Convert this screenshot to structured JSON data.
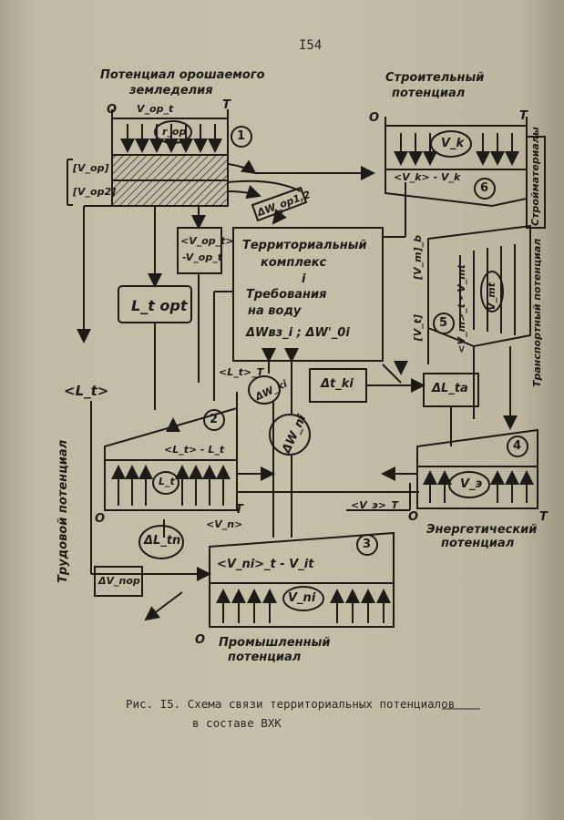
{
  "page_number": "I54",
  "headings": {
    "agri_line1": "Потенциал орошаемого",
    "agri_line2": "земледелия",
    "construction_line1": "Строительный",
    "construction_line2": "потенциал",
    "labor": "Трудовой потенциал",
    "energy_line1": "Энергетический",
    "energy_line2": "потенциал",
    "industry_line1": "Промышленный",
    "industry_line2": "потенциал",
    "transport": "Транспортный потенциал",
    "materials": "Стройматериалы"
  },
  "center_box": {
    "line1": "Территориальный",
    "line2": "комплекс",
    "line3": "і",
    "line4": "Требования",
    "line5": "на воду",
    "line6": "ΔWвз_i ; ΔW'_0i"
  },
  "circle_numbers": [
    "1",
    "6",
    "5",
    "2",
    "4",
    "3"
  ],
  "labels": {
    "O": "O",
    "T": "T",
    "v_op_t": "V_op_t",
    "r_op": "r_op",
    "v_op": "[V_op]",
    "v_op2": "[V_op2]",
    "dw_op": "ΔW_op1,2",
    "vop_diff_top": "<V_op_t>",
    "vop_diff_bot": "-V_op_t",
    "lt_opt": "L_t opt",
    "lt_avg": "<L_t>",
    "lt_avg_T": "<L_t>_T",
    "dw_ki": "ΔW_ki",
    "dw_ni": "ΔW_ni",
    "dt_ki": "Δt_ki",
    "dl_ta": "ΔL_ta",
    "vk": "V_k",
    "vk_diff": "<V_k> - V_k",
    "vm_bracket": "[V_m]_b",
    "vt_bracket": "[V_t]",
    "vm_diff": "<V_m>_t - V_mt",
    "vm_circle": "V_mt",
    "lt_diff": "<L_t> - L_t",
    "lt_circle": "L_t",
    "vn_avg": "<V_n>",
    "dl_tn": "ΔL_tn",
    "vn_diff": "<V_ni>_t - V_it",
    "vn_circle": "V_ni",
    "ve_avg": "<V_э>_T",
    "ve_circle": "V_э",
    "dv_nop": "ΔV_nop"
  },
  "caption": {
    "line1": "Рис. I5. Схема связи территориальных потенциалов",
    "line2": "в составе ВХК"
  }
}
